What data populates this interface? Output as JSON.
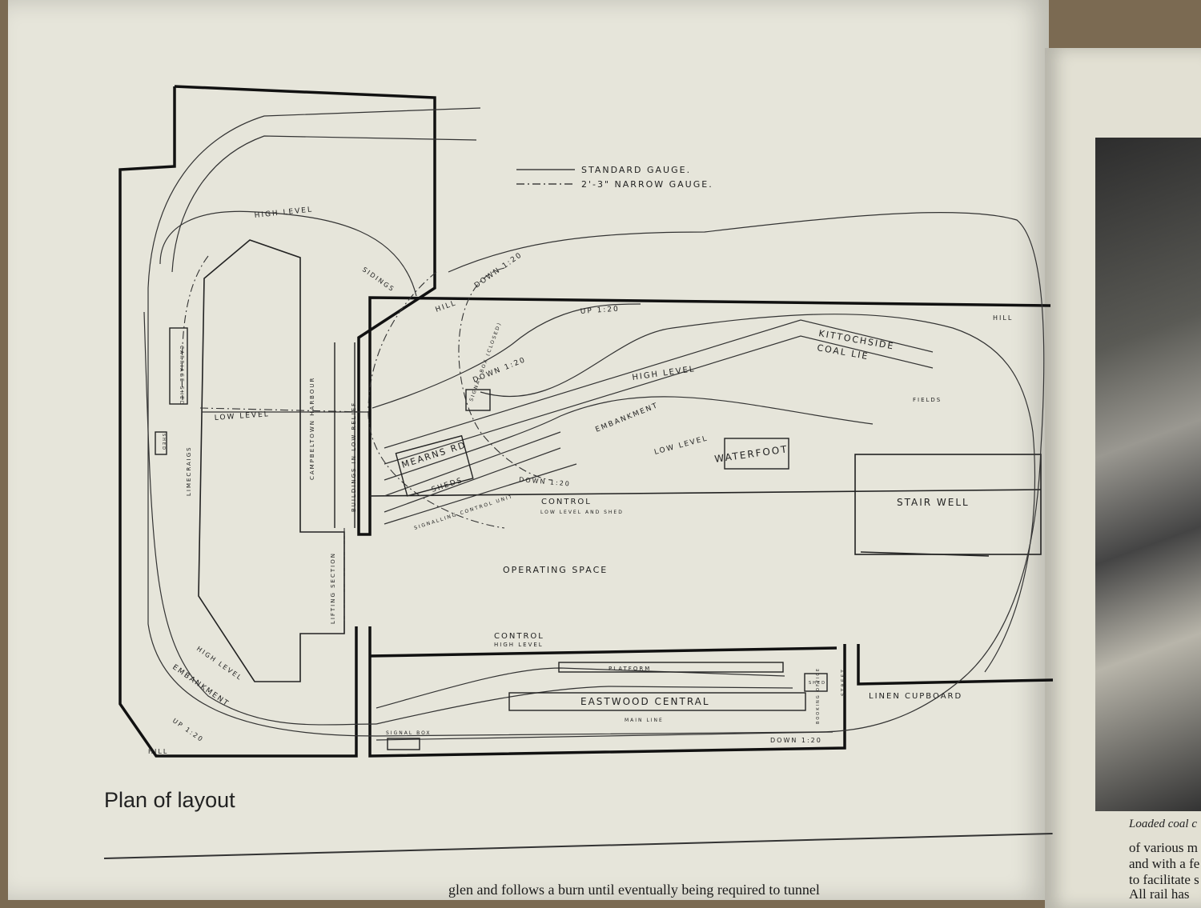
{
  "legend": {
    "standard_gauge": "STANDARD GAUGE.",
    "narrow_gauge": "2'-3\" NARROW GAUGE."
  },
  "plan_labels": {
    "high_level_top": "HIGH LEVEL",
    "sidings": "SIDINGS",
    "down_1_20_top": "DOWN 1:20",
    "hill_top": "HILL",
    "up_1_20_top": "UP 1:20",
    "kittochside": "KITTOCHSIDE",
    "coal_lie": "COAL LIE",
    "hill_right": "HILL",
    "high_level_mid": "HIGH LEVEL",
    "down_1_20_mid": "DOWN 1:20",
    "signal_box_closed": "SIGNAL BOX (CLOSED)",
    "carriage_shed": "CARRIAGE SHED",
    "low_level_left": "LOW LEVEL",
    "embankment_mid": "EMBANKMENT",
    "fields": "FIELDS",
    "campbeltown_harbour": "CAMPBELTOWN HARBOUR",
    "buildings_low_relief": "BUILDINGS IN LOW RELIEF",
    "mearns_rd": "MEARNS RD",
    "low_level_mid": "LOW LEVEL",
    "waterfoot": "WATERFOOT",
    "shed": "SHED",
    "limecraigs": "LIMECRAIGS",
    "sheds": "SHEDS",
    "down_1_20_low": "DOWN 1:20",
    "control_low": "CONTROL",
    "control_low_sub": "LOW LEVEL AND SHED",
    "stair_well": "STAIR WELL",
    "signalling_control": "SIGNALLING CONTROL UNIT",
    "operating_space": "OPERATING SPACE",
    "lifting_section": "LIFTING SECTION",
    "control_high": "CONTROL",
    "control_high_sub": "HIGH LEVEL",
    "high_level_bottom": "HIGH LEVEL",
    "embankment_bottom": "EMBANKMENT",
    "platform": "PLATFORM",
    "eastwood_central": "EASTWOOD CENTRAL",
    "shed_small": "SHED",
    "street": "STREET",
    "linen_cupboard": "LINEN CUPBOARD",
    "booking_office": "BOOKING OFFICE",
    "main_line": "MAIN LINE",
    "signal_box": "SIGNAL BOX",
    "down_1_20_bottom": "DOWN 1:20",
    "up_1_20_bottom": "UP 1:20",
    "hill_bottom": "HILL"
  },
  "caption": "Plan of layout",
  "body_text": "glen and follows a burn until eventually being required to tunnel",
  "right_column": {
    "photo_caption": "Loaded coal c",
    "lines": [
      "of various m",
      "and with a fe",
      "to facilitate s",
      "All rail has"
    ]
  }
}
